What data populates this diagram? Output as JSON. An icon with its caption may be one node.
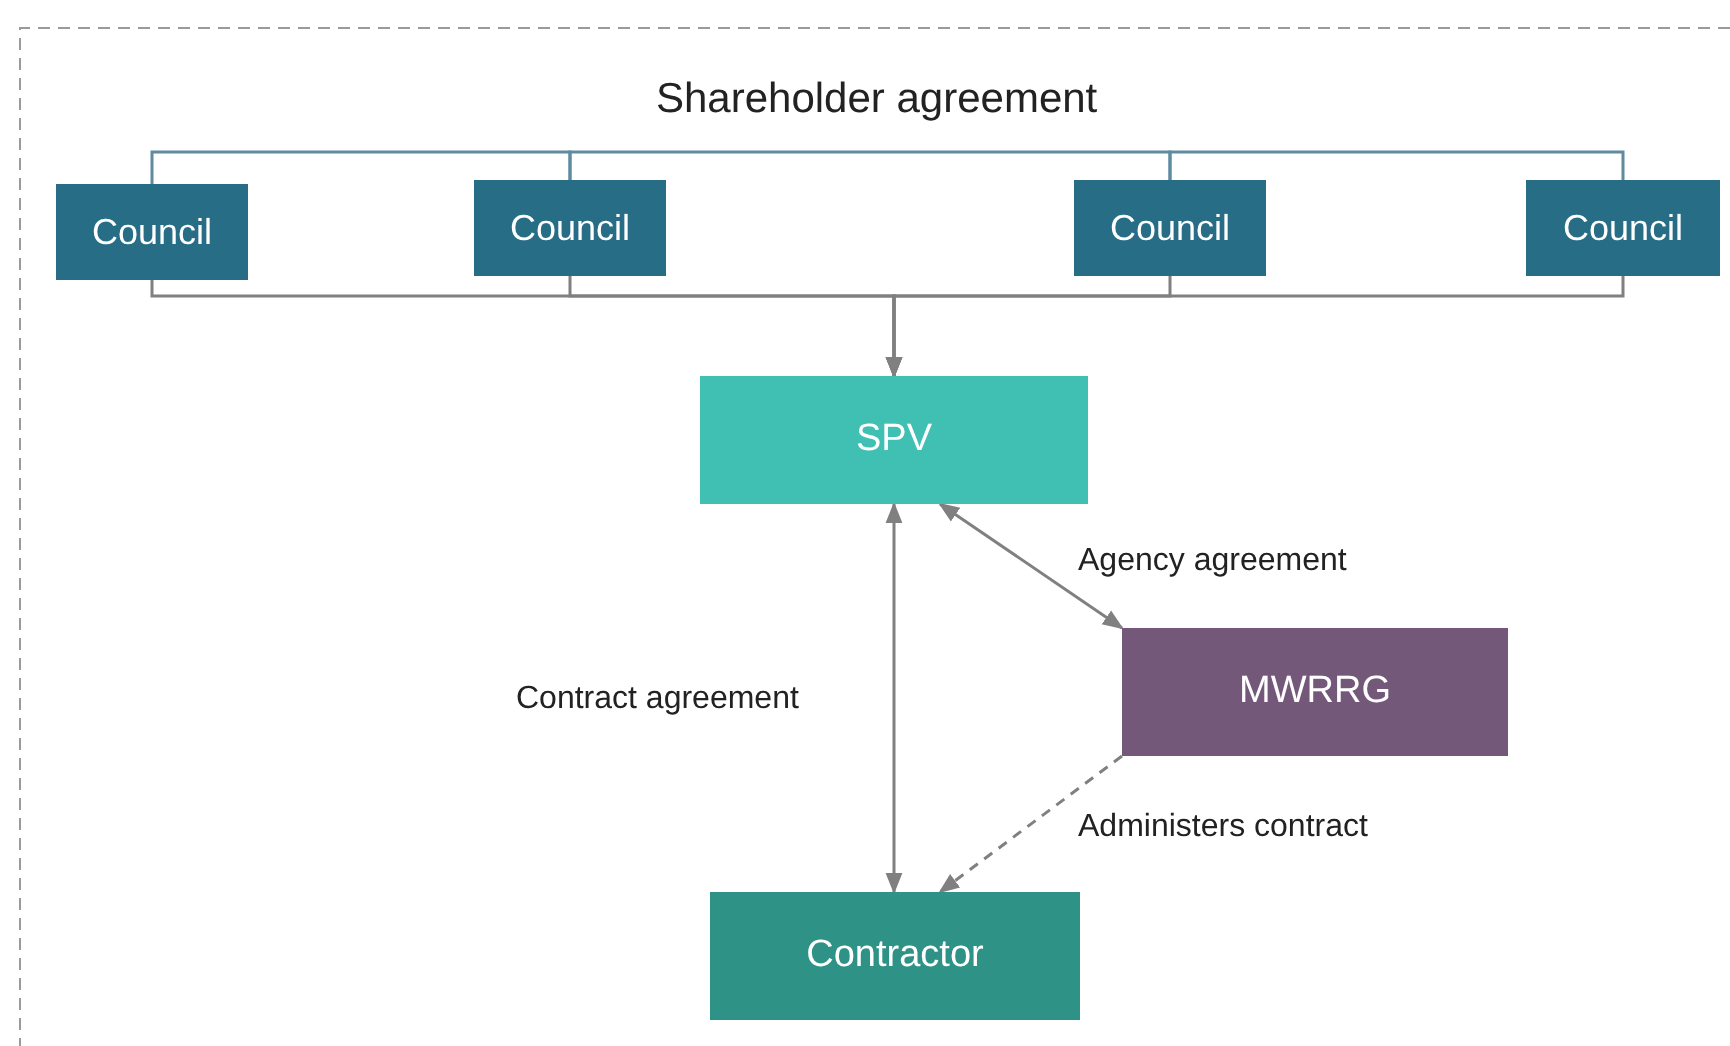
{
  "diagram": {
    "nodes": [
      {
        "text": [
          "Council"
        ]
      },
      {
        "text": [
          "Council"
        ]
      },
      {
        "text": [
          "Council"
        ]
      },
      {
        "text": [
          "Council"
        ]
      },
      {
        "text": [
          "SPV"
        ]
      },
      {
        "text": [
          "MWRRG"
        ]
      },
      {
        "text": [
          "Contractor"
        ]
      }
    ],
    "edges": [
      {
        "from": 0,
        "to": 1,
        "arrow": "none"
      },
      {
        "from": 1,
        "to": 2,
        "arrow": "none",
        "label": "Shareholder agreement"
      },
      {
        "from": 2,
        "to": 3,
        "arrow": "none"
      },
      {
        "from": 0,
        "to": 4,
        "arrow": "to"
      },
      {
        "from": 1,
        "to": 4,
        "arrow": "to"
      },
      {
        "from": 2,
        "to": 4,
        "arrow": "to"
      },
      {
        "from": 3,
        "to": 4,
        "arrow": "to"
      },
      {
        "from": 4,
        "to": 6,
        "arrow": "both",
        "label": "Contract agreement"
      },
      {
        "from": 4,
        "to": 5,
        "arrow": "both",
        "label": "Agency agreement"
      },
      {
        "from": 5,
        "to": 6,
        "arrow": "to",
        "style": "dashed",
        "label": "Administers contract"
      }
    ]
  }
}
